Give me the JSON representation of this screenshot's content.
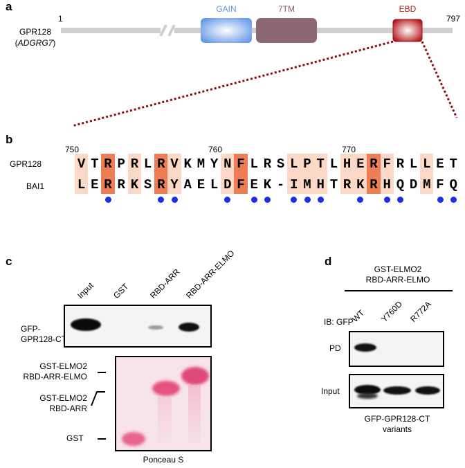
{
  "panel_a": {
    "letter": "a",
    "protein_name": "GPR128",
    "gene_name": "ADGRG7",
    "start": "1",
    "end": "797",
    "domains": [
      {
        "id": "gain",
        "label": "GAIN",
        "label_color": "#6b8fe0"
      },
      {
        "id": "7tm",
        "label": "7TM",
        "label_color": "#8a5a6a"
      },
      {
        "id": "ebd",
        "label": "EBD",
        "label_color": "#b81c22"
      }
    ]
  },
  "panel_b": {
    "letter": "b",
    "positions": [
      "750",
      "760",
      "770"
    ],
    "rows": [
      {
        "name": "GPR128",
        "seq": [
          "V",
          "T",
          "R",
          "P",
          "R",
          "L",
          "R",
          "V",
          "K",
          "M",
          "Y",
          "N",
          "F",
          "L",
          "R",
          "S",
          "L",
          "P",
          "T",
          "L",
          "H",
          "E",
          "R",
          "F",
          "R",
          "L",
          "L",
          "E",
          "T"
        ]
      },
      {
        "name": "BAI1",
        "seq": [
          "L",
          "E",
          "R",
          "R",
          "K",
          "S",
          "R",
          "Y",
          "A",
          "E",
          "L",
          "D",
          "F",
          "E",
          "K",
          "-",
          "I",
          "M",
          "H",
          "T",
          "R",
          "K",
          "R",
          "H",
          "Q",
          "D",
          "M",
          "F",
          "Q"
        ]
      }
    ],
    "shading": [
      "light",
      "none",
      "dark",
      "none",
      "light",
      "none",
      "dark",
      "light",
      "none",
      "none",
      "none",
      "light",
      "dark",
      "none",
      "none",
      "none",
      "light",
      "light",
      "light",
      "none",
      "light",
      "light",
      "dark",
      "light",
      "none",
      "none",
      "light",
      "none",
      "none"
    ],
    "dots": [
      false,
      false,
      true,
      false,
      false,
      false,
      true,
      true,
      false,
      false,
      false,
      true,
      false,
      true,
      true,
      false,
      true,
      true,
      true,
      false,
      false,
      true,
      false,
      true,
      true,
      false,
      false,
      true,
      true
    ],
    "colors": {
      "light": "#fbd9c6",
      "dark": "#ee7d55",
      "dot": "#1d2fe0"
    }
  },
  "panel_c": {
    "letter": "c",
    "lanes": [
      "Input",
      "GST",
      "RBD-ARR",
      "RBD-ARR-ELMO"
    ],
    "blot_label_line1": "GFP-",
    "blot_label_line2": "GPR128-CT",
    "gel_labels": [
      {
        "line1": "GST-ELMO2",
        "line2": "RBD-ARR-ELMO"
      },
      {
        "line1": "GST-ELMO2",
        "line2": "RBD-ARR"
      },
      {
        "line1": "GST",
        "line2": ""
      }
    ],
    "stain": "Ponceau S"
  },
  "panel_d": {
    "letter": "d",
    "header_line1": "GST-ELMO2",
    "header_line2": "RBD-ARR-ELMO",
    "ib_label": "IB: GFP",
    "lanes": [
      "WT",
      "Y760D",
      "R772A"
    ],
    "row_labels": [
      "PD",
      "Input"
    ],
    "caption_line1": "GFP-GPR128-CT",
    "caption_line2": "variants"
  }
}
